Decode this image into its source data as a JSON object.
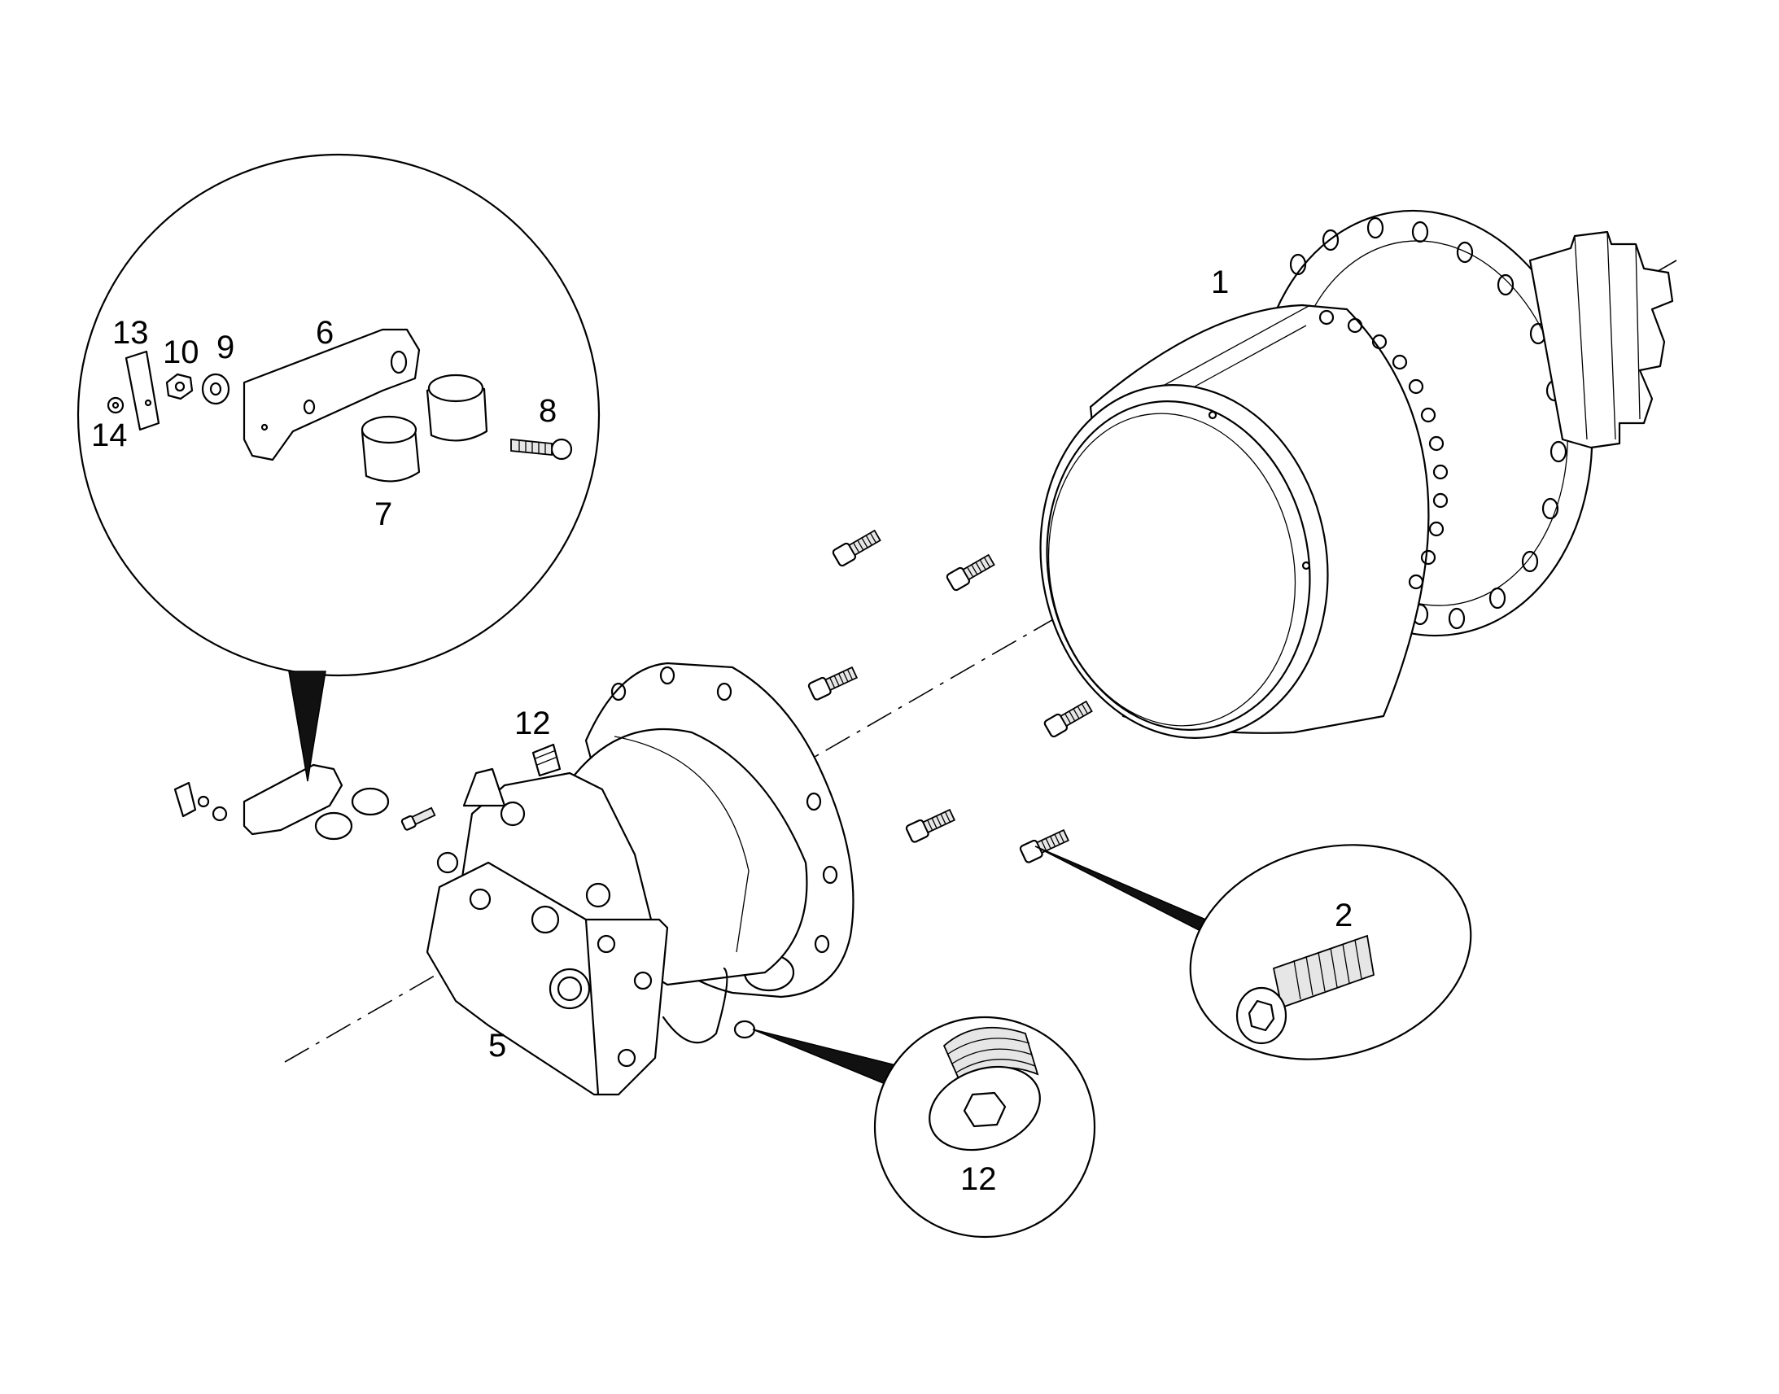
{
  "callouts": {
    "housing": "1",
    "bolt_detail": "2",
    "motor": "5",
    "bracket": "6",
    "clamp": "7",
    "clamp_bolt": "8",
    "washer": "9",
    "nut": "10",
    "plug": "12",
    "plug_detail": "12",
    "plate": "13",
    "small_nut": "14"
  }
}
